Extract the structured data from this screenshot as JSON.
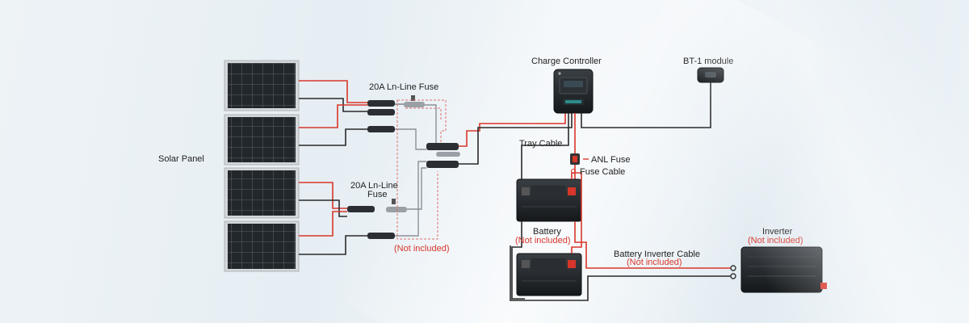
{
  "labels": {
    "solar_panel": "Solar Panel",
    "fuse_top": "20A Ln-Line Fuse",
    "fuse_bottom_line1": "20A Ln-Line",
    "fuse_bottom_line2": "Fuse",
    "not_included_fuses": "(Not included)",
    "charge_controller": "Charge Controller",
    "bt_module": "BT-1 module",
    "tray_cable": "Tray Cable",
    "anl_fuse": "ANL Fuse",
    "fuse_cable": "Fuse Cable",
    "battery": "Battery",
    "battery_not_included": "(Not included)",
    "battery_inverter_cable": "Battery Inverter Cable",
    "battery_inverter_cable_not_included": "(Not included)",
    "inverter": "Inverter",
    "inverter_not_included": "(Not included)"
  },
  "colors": {
    "positive_wire": "#d9362b",
    "negative_wire": "#2a2a2a",
    "not_included_text": "#d9362b",
    "panel_cell": "#1f2428",
    "panel_frame": "#c9ced2"
  },
  "components": {
    "solar_panel_count": 4,
    "battery_count": 2,
    "inline_fuse_count": 2
  }
}
